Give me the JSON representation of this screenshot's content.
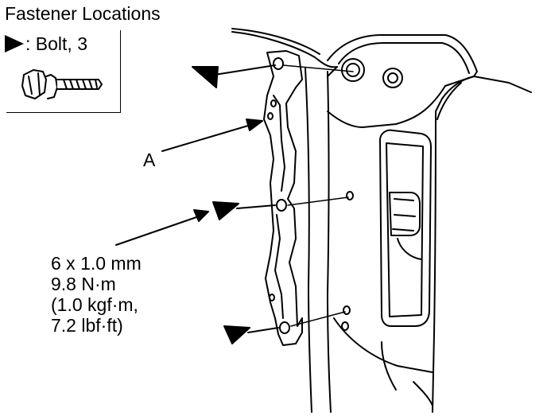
{
  "title": "Fastener Locations",
  "legend": {
    "symbol": "filled-triangle-arrow",
    "text": ": Bolt, 3"
  },
  "callout_a": "A",
  "torque_spec": {
    "size": "6 x 1.0 mm",
    "torque_nm": "9.8 N·m",
    "torque_kgf": "(1.0 kgf·m,",
    "torque_lbf": "7.2 lbf·ft)"
  }
}
